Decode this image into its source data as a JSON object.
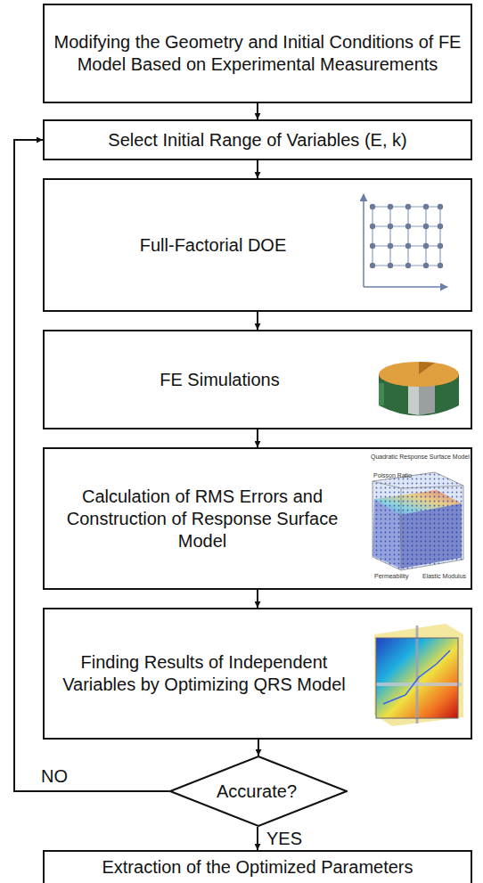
{
  "diagram": {
    "nodes": [
      {
        "text": [
          "Modifying the Geometry and Initial Conditions of FE Model Based on Experimental Measurements"
        ]
      },
      {
        "text": [
          "Select Initial Range of Variables (E, k)"
        ]
      },
      {
        "text": [
          "Full-Factorial DOE"
        ]
      },
      {
        "text": [
          "FE Simulations"
        ]
      },
      {
        "text": [
          "Calculation of RMS Errors and Construction of Response Surface Model"
        ]
      },
      {
        "text": [
          "Finding Results of Independent Variables by Optimizing QRS Model"
        ]
      },
      {
        "text": [
          "Accurate?"
        ]
      },
      {
        "text": [
          "Extraction of the Optimized Parameters"
        ]
      }
    ],
    "edges": [
      {
        "from": 0,
        "to": 1,
        "arrow": "to"
      },
      {
        "from": 1,
        "to": 2,
        "arrow": "to"
      },
      {
        "from": 2,
        "to": 3,
        "arrow": "to"
      },
      {
        "from": 3,
        "to": 4,
        "arrow": "to"
      },
      {
        "from": 4,
        "to": 5,
        "arrow": "to"
      },
      {
        "from": 5,
        "to": 6,
        "arrow": "to"
      },
      {
        "from": 6,
        "to": 1,
        "label": "NO",
        "arrow": "to"
      },
      {
        "from": 6,
        "to": 7,
        "label": "YES",
        "arrow": "to"
      }
    ],
    "labels": [
      "Quadratic Response Surface Model",
      "Permeability",
      "Elastic Modulus",
      "Poisson Ratio"
    ]
  }
}
